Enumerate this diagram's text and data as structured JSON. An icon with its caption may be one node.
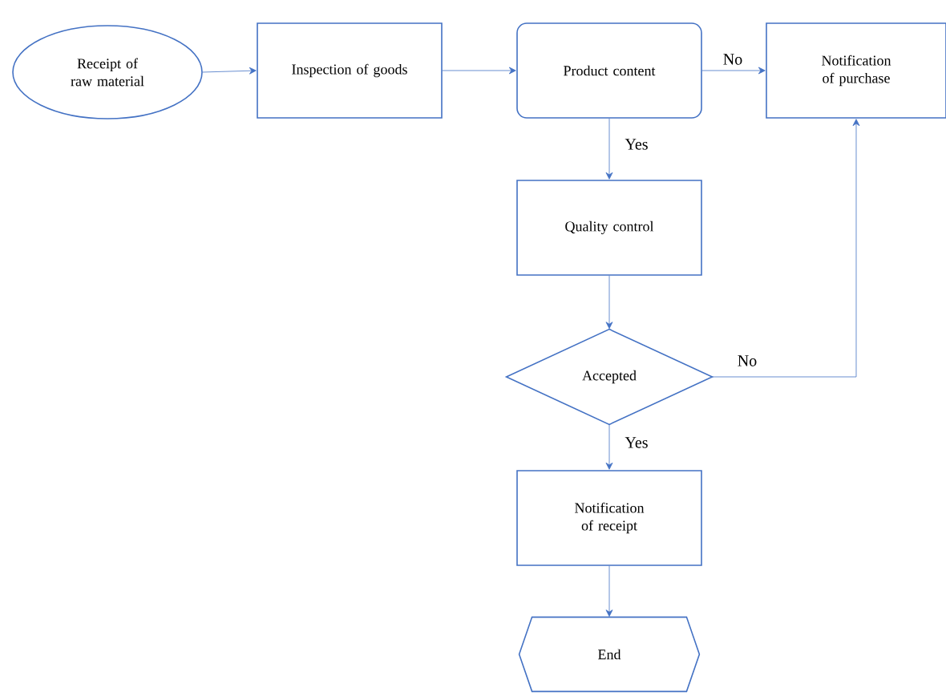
{
  "diagram": {
    "nodes": [
      {
        "text": [
          "Receipt of raw material"
        ]
      },
      {
        "text": [
          "Inspection of goods"
        ]
      },
      {
        "text": [
          "Product content"
        ]
      },
      {
        "text": [
          "Notification of purchase"
        ]
      },
      {
        "text": [
          "Quality control"
        ]
      },
      {
        "text": [
          "Accepted"
        ]
      },
      {
        "text": [
          "Notification of receipt"
        ]
      },
      {
        "text": [
          "End"
        ]
      }
    ],
    "edges": [
      {
        "from": 0,
        "to": 1,
        "arrow": "to"
      },
      {
        "from": 1,
        "to": 2,
        "arrow": "to"
      },
      {
        "from": 2,
        "to": 3,
        "arrow": "to",
        "label": "No"
      },
      {
        "from": 2,
        "to": 4,
        "arrow": "to",
        "label": "Yes"
      },
      {
        "from": 4,
        "to": 5,
        "arrow": "to"
      },
      {
        "from": 5,
        "to": 3,
        "arrow": "to",
        "label": "No"
      },
      {
        "from": 5,
        "to": 6,
        "arrow": "to",
        "label": "Yes"
      },
      {
        "from": 6,
        "to": 7,
        "arrow": "to"
      }
    ]
  }
}
